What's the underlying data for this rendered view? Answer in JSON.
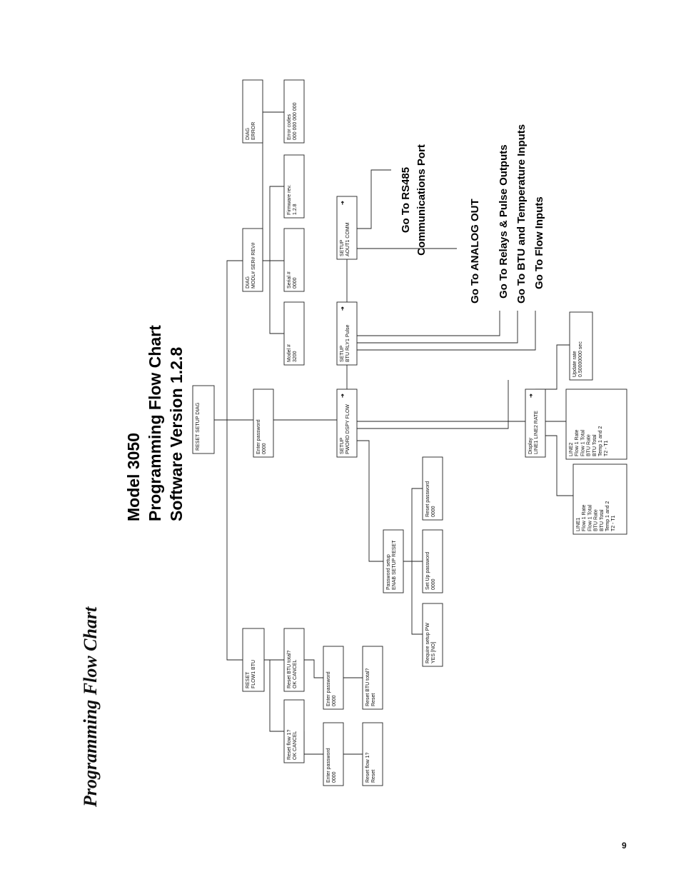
{
  "page": {
    "heading": "Programming Flow Chart",
    "page_number": "9"
  },
  "chart_title": {
    "lines": [
      "Model 3050",
      "Programming Flow Chart",
      "Software Version 1.2.8"
    ]
  },
  "boxes": {
    "top": [
      "RESET SETUP DIAG"
    ],
    "enter_pw_setup": [
      "Enter password",
      "0000"
    ],
    "reset_menu": [
      "RESET",
      "FLOW1    BTU"
    ],
    "reset_flow1": [
      "Reset flow 1?",
      "OK CANCEL"
    ],
    "reset_btu": [
      "Reset BTU total?",
      "OK CANCEL"
    ],
    "enter_pw_flow": [
      "Enter password",
      "0000"
    ],
    "enter_pw_btu": [
      "Enter password",
      "0000"
    ],
    "reset_flow1_done": [
      "Reset flow 1?",
      "Reset"
    ],
    "reset_btu_done": [
      "Reset BTU total?",
      "Reset"
    ],
    "diag_menu": [
      "DIAG",
      "MODL# SER# REV#"
    ],
    "diag_error": [
      "DIAG",
      "ERROR"
    ],
    "model": [
      "Model #",
      "3200"
    ],
    "serial": [
      "Serial #",
      "0000"
    ],
    "firmware": [
      "Firmware rev.",
      "1.2.8"
    ],
    "error_codes": [
      "Error codes",
      "000 000 000 000"
    ],
    "setup_pword": [
      "SETUP",
      "PWORD DSPY FLOW"
    ],
    "setup_btu": [
      "SETUP",
      "BTU RLY1   Pulse"
    ],
    "setup_aout": [
      "SETUP",
      "AOUT1   COMM"
    ],
    "password_setup": [
      "Password setup",
      "ENAB SETUP RESET"
    ],
    "require_pw": [
      "Require setup PW",
      "YES    [NO]"
    ],
    "setup_pw": [
      "Set Up password",
      "0000"
    ],
    "reset_pw": [
      "Reset password",
      "0000"
    ],
    "display_menu": [
      "Display",
      "LINE1 LINE2 RATE"
    ],
    "update_rate": [
      "Update rate",
      "0.50000000 sec"
    ],
    "line1": [
      "LINE1",
      "Flow 1 Rate",
      "Flow 1 Total",
      "BTU Rate",
      "BTU Total",
      "Temp 1 and 2",
      "T2  -  T1"
    ],
    "line2": [
      "LINE2",
      "Flow 1 Rate",
      "Flow 1 Total",
      "BTU Rate",
      "BTU Total",
      "Temp 1 and 2",
      "T2  -  T1"
    ]
  },
  "destinations": {
    "rs485": [
      "Go To RS485",
      "Communications Port"
    ],
    "analog": [
      "Go To ANALOG OUT"
    ],
    "relays": [
      "Go To Relays & Pulse Outputs"
    ],
    "btu_temp": [
      "Go To BTU and Temperature Inputs"
    ],
    "flow_inputs": [
      "Go To Flow Inputs"
    ]
  },
  "icons": {
    "next_arrow": "right-arrow-icon",
    "next_arrow_glyph": "➜"
  }
}
